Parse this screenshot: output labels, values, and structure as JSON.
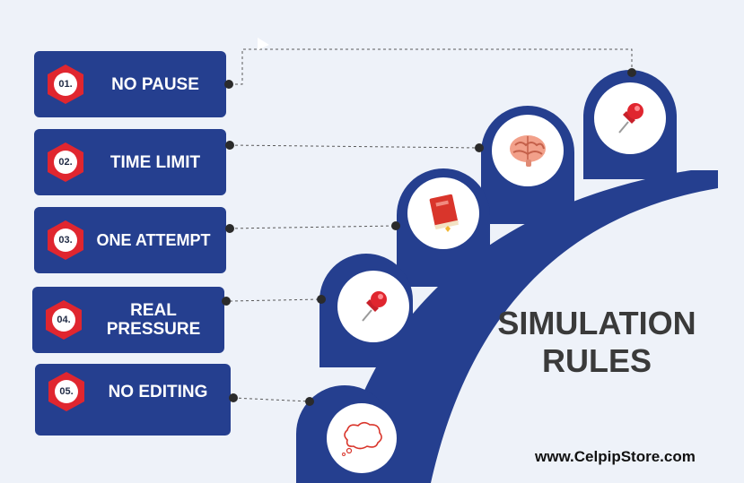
{
  "title": "SIMULATION RULES",
  "website": "www.CelpipStore.com",
  "rules": [
    {
      "number": "01.",
      "label": "NO PAUSE"
    },
    {
      "number": "02.",
      "label": "TIME LIMIT"
    },
    {
      "number": "03.",
      "label": "ONE ATTEMPT"
    },
    {
      "number": "04.",
      "label": "REAL PRESSURE"
    },
    {
      "number": "05.",
      "label": "NO EDITING"
    }
  ],
  "icons": [
    "pushpin-icon",
    "brain-icon",
    "book-icon",
    "pushpin-icon",
    "thought-bubble-icon"
  ],
  "colors": {
    "navy": "#253f8f",
    "red": "#e0262f",
    "background": "#eef2f9"
  }
}
